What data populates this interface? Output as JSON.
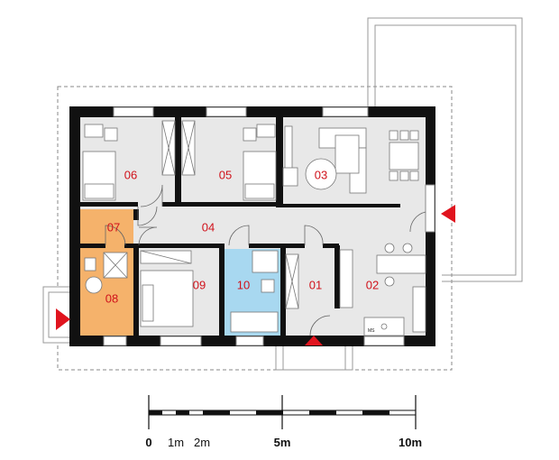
{
  "rooms": {
    "r01": "01",
    "r02": "02",
    "r03": "03",
    "r04": "04",
    "r05": "05",
    "r06": "06",
    "r07": "07",
    "r08": "08",
    "r09": "09",
    "r10": "10"
  },
  "appliance_label": "MS",
  "scale": {
    "label_0": "0",
    "label_1m": "1m",
    "label_2m": "2m",
    "label_5m": "5m",
    "label_10m": "10m"
  },
  "colors": {
    "wall": "#111111",
    "floor": "#e8e8e8",
    "room07_08": "#f5b26b",
    "room10": "#a8d8f0",
    "entrance_arrow": "#e0141e",
    "room_number": "#d0121b"
  }
}
